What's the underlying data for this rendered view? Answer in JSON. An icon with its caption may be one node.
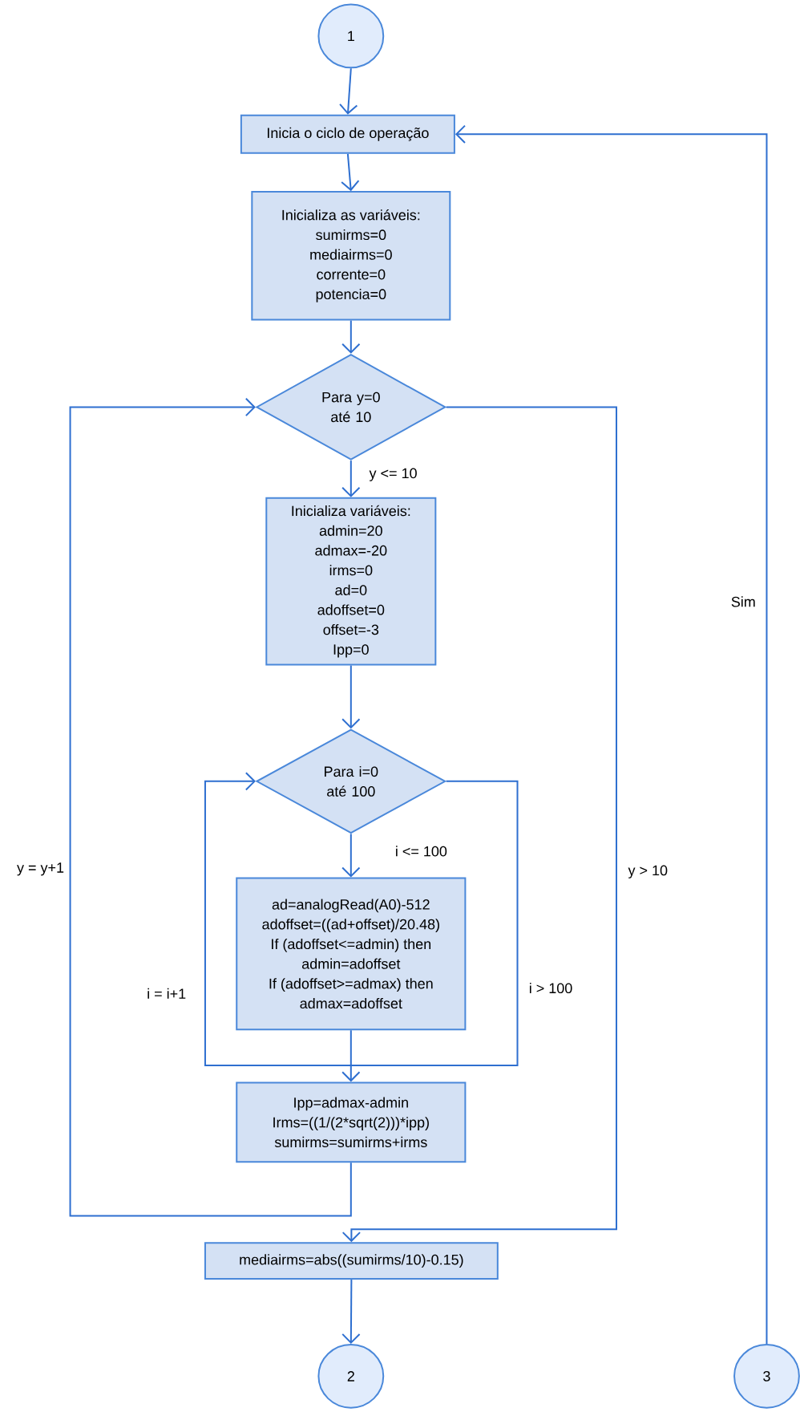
{
  "diagram": {
    "nodes": [
      {
        "text": [
          "1"
        ]
      },
      {
        "text": [
          "Inicia o ciclo de operação"
        ]
      },
      {
        "text": [
          "Inicializa as variáveis:",
          "sumirms=0",
          "mediairms=0",
          "corrente=0",
          "potencia=0"
        ]
      },
      {
        "text": [
          "Para y=0 até 10"
        ]
      },
      {
        "text": [
          "Inicializa variáveis:",
          "admin=20",
          "admax=-20",
          "irms=0",
          "ad=0",
          "adoffset=0",
          "offset=-3",
          "Ipp=0"
        ]
      },
      {
        "text": [
          "Para i=0 até 100"
        ]
      },
      {
        "text": [
          "ad=analogRead(A0)-512",
          "adoffset=((ad+offset)/20.48)",
          "If (adoffset<=admin) then",
          "admin=adoffset",
          "If (adoffset>=admax) then",
          "admax=adoffset"
        ]
      },
      {
        "text": [
          "Ipp=admax-admin",
          "Irms=((1/(2*sqrt(2)))*ipp)",
          "sumirms=sumirms+irms"
        ]
      },
      {
        "text": [
          "mediairms=abs((sumirms/10)-0.15)"
        ]
      },
      {
        "text": [
          "2"
        ]
      },
      {
        "text": [
          "3"
        ]
      }
    ],
    "edges": [
      {
        "from": 0,
        "to": 1,
        "arrow": "to"
      },
      {
        "from": 1,
        "to": 2,
        "arrow": "to"
      },
      {
        "from": 2,
        "to": 3,
        "arrow": "to"
      },
      {
        "from": 3,
        "to": 4,
        "arrow": "to",
        "label": "y <= 10"
      },
      {
        "from": 4,
        "to": 5,
        "arrow": "to"
      },
      {
        "from": 5,
        "to": 6,
        "arrow": "to",
        "label": "i <= 100"
      },
      {
        "from": 6,
        "to": 5,
        "arrow": "to",
        "label": "i = i+1"
      },
      {
        "from": 5,
        "to": 7,
        "arrow": "to",
        "label": "i > 100"
      },
      {
        "from": 7,
        "to": 3,
        "arrow": "to",
        "label": "y = y+1"
      },
      {
        "from": 3,
        "to": 8,
        "arrow": "to",
        "label": "y > 10"
      },
      {
        "from": 8,
        "to": 9,
        "arrow": "to"
      },
      {
        "from": 10,
        "to": 1,
        "arrow": "to",
        "label": "Sim"
      }
    ]
  }
}
